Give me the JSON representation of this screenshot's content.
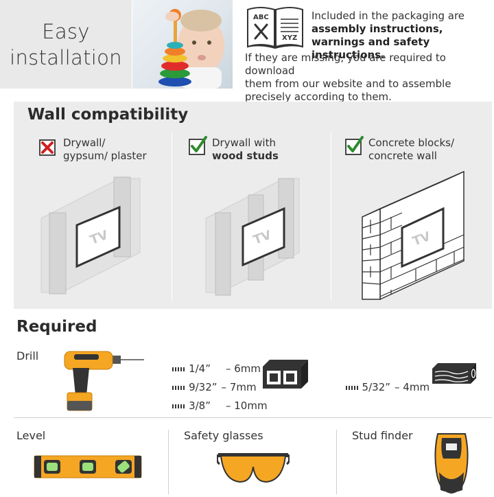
{
  "intro": {
    "easy_line1": "Easy",
    "easy_line2": "installation",
    "book_left_text": "ABC",
    "book_right_text": "XYZ",
    "pack_line1": "Included in the packaging are",
    "pack_line2": "assembly instructions,",
    "pack_line3": "warnings and safety instructions.",
    "pack_line4": "If they are missing, you are required to download",
    "pack_line5": "them from our website and to assemble",
    "pack_line6": "precisely according to them."
  },
  "wall": {
    "title": "Wall compatibility",
    "options": [
      {
        "line1": "Drywall/",
        "line2": "gypsum/ plaster",
        "status": "cross",
        "tv": "TV"
      },
      {
        "line1": "Drywall with",
        "line2": "wood studs",
        "status": "check",
        "tv": "TV"
      },
      {
        "line1": "Concrete blocks/",
        "line2": "concrete wall",
        "status": "check",
        "tv": "TV"
      }
    ],
    "colors": {
      "check": "#2e8b2e",
      "cross": "#d11f1f"
    }
  },
  "required": {
    "title": "Required",
    "drill": {
      "label": "Drill",
      "bits_concrete": [
        {
          "inch": "1/4”",
          "mm": "– 6mm"
        },
        {
          "inch": "9/32”",
          "mm": "– 7mm"
        },
        {
          "inch": "3/8”",
          "mm": "– 10mm"
        }
      ],
      "bit_wood": {
        "inch": "5/32”",
        "mm": "– 4mm"
      }
    },
    "tools": [
      {
        "label": "Level"
      },
      {
        "label": "Safety glasses"
      },
      {
        "label": "Stud finder"
      }
    ],
    "colors": {
      "tool_yellow": "#f5a623",
      "tool_dark": "#333333"
    }
  }
}
